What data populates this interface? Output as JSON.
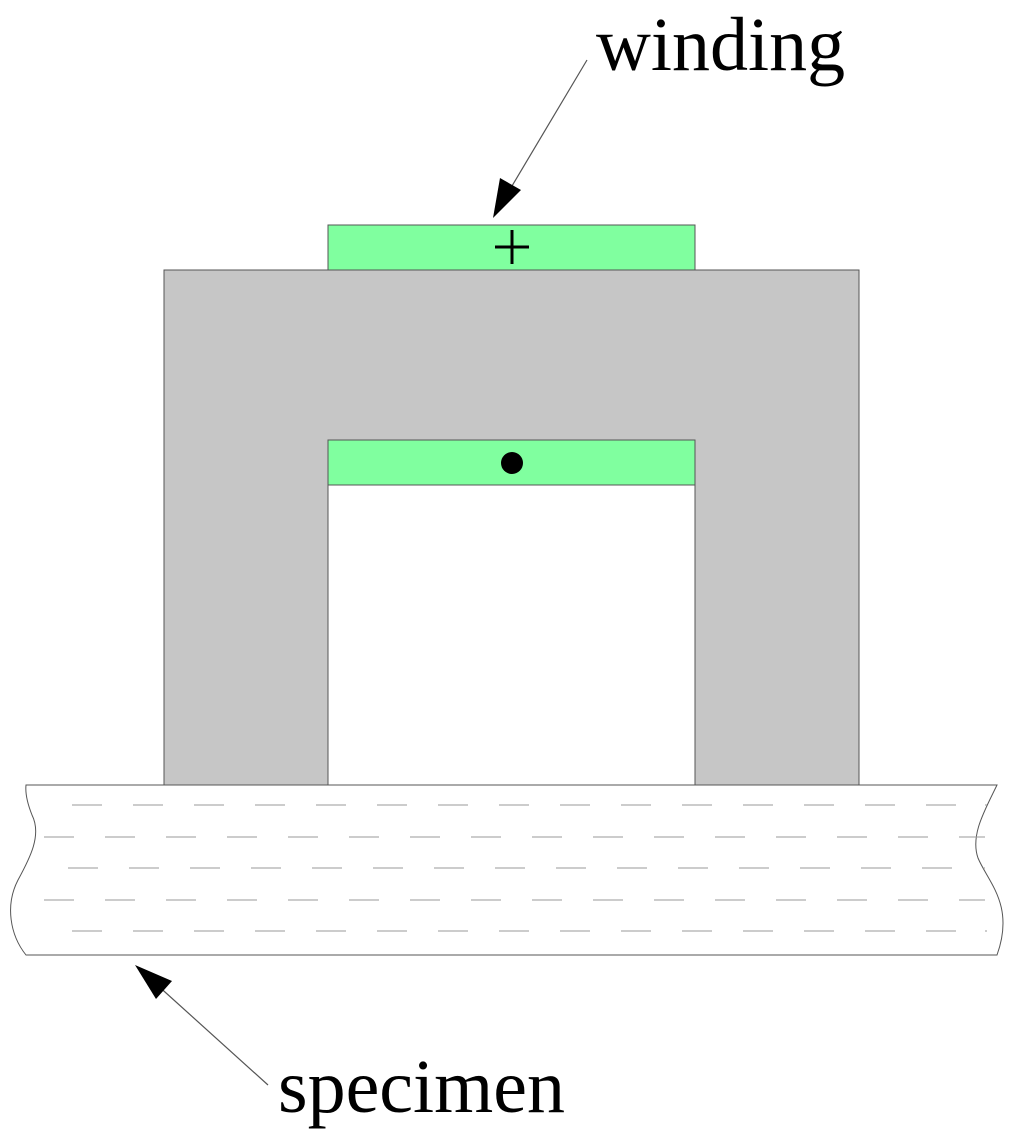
{
  "labels": {
    "winding": "winding",
    "specimen": "specimen"
  },
  "colors": {
    "core": "#c6c6c6",
    "winding": "#80ff9f",
    "specimen_fill": "#ffffff",
    "outline": "#555555",
    "hatch": "#9a9a9a",
    "text": "#000000"
  },
  "symbols": {
    "upper_winding": "current-into-page-cross",
    "lower_winding": "current-out-of-page-dot"
  }
}
